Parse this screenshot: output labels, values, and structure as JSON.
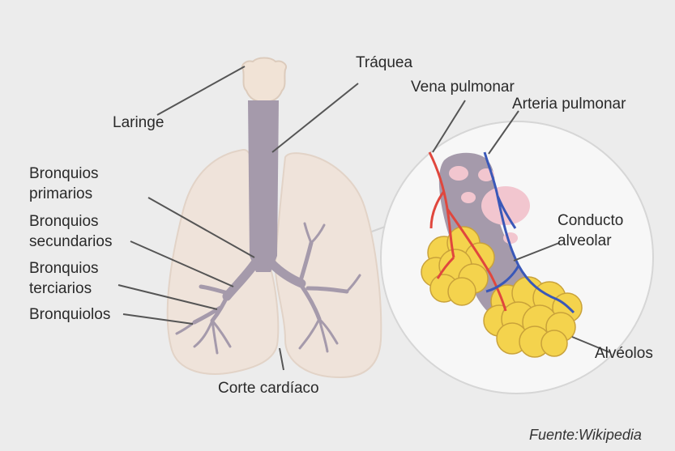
{
  "labels": {
    "laringe": "Laringe",
    "traquea": "Tráquea",
    "bronquios_primarios": [
      "Bronquios",
      "primarios"
    ],
    "bronquios_secundarios": [
      "Bronquios",
      "secundarios"
    ],
    "bronquios_terciarios": [
      "Bronquios",
      "terciarios"
    ],
    "bronquiolos": "Bronquiolos",
    "corte_cardiaco": "Corte cardíaco",
    "vena_pulmonar": "Vena pulmonar",
    "arteria_pulmonar": "Arteria pulmonar",
    "conducto_alveolar": [
      "Conducto",
      "alveolar"
    ],
    "alveolos": "Alvéolos"
  },
  "source": "Fuente:Wikipedia",
  "colors": {
    "background": "#ececec",
    "lung_fill": "#efe3da",
    "trachea": "#a59aab",
    "vein": "#e0473d",
    "artery": "#3a58b8",
    "alveoli": "#f4d34d",
    "pink_duct": "#f2c6cf",
    "leader_line": "#555555"
  }
}
